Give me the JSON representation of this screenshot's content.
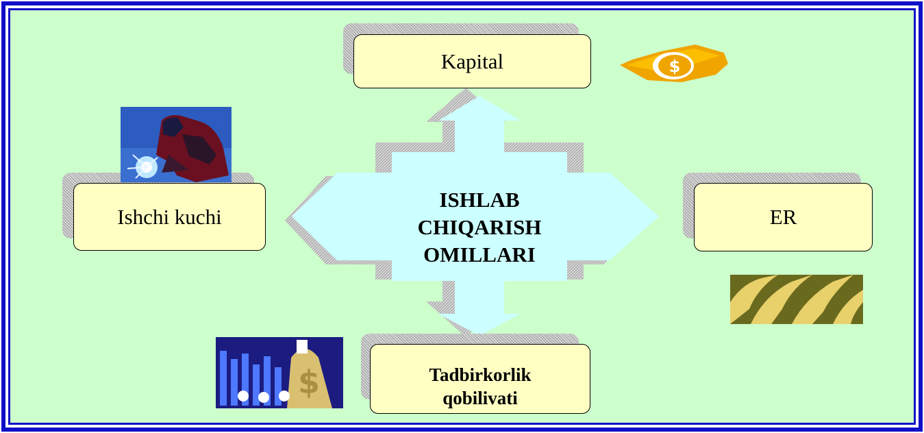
{
  "diagram": {
    "center": {
      "line1": "ISHLAB",
      "line2": "CHIQARISH",
      "line3": "OMILLARI"
    },
    "nodes": {
      "top": "Kapital",
      "left": "Ishchi kuchi",
      "right": "ER",
      "bottom_line1": "Tadbirkorlik",
      "bottom_line2": "qobilivati"
    }
  },
  "colors": {
    "background": "#ccffcc",
    "border": "#1010c8",
    "box_fill": "#ffffc4",
    "arrow_fill": "#ccffff"
  },
  "icons": {
    "capital": "dollar-coin-icon",
    "labor": "welder-picture",
    "land": "land-field-picture",
    "entrepreneurship": "business-chart-picture"
  }
}
